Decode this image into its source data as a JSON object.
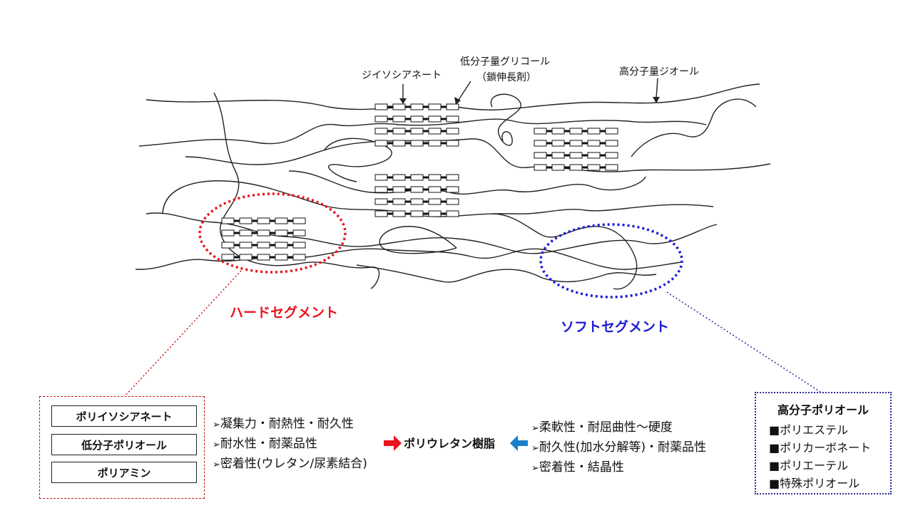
{
  "labels": {
    "diisocyanate": "ジイソシアネート",
    "glycol_line1": "低分子量グリコール",
    "glycol_line2": "（鎖伸長剤）",
    "polyol_highmw": "高分子量ジオール"
  },
  "segments": {
    "hard": "ハードセグメント",
    "soft": "ソフトセグメント"
  },
  "hard_components": [
    "ポリイソシアネート",
    "低分子ポリオール",
    "ポリアミン"
  ],
  "hard_properties": [
    "凝集力・耐熱性・耐久性",
    "耐水性・耐薬品性",
    "密着性(ウレタン/尿素結合)"
  ],
  "center_label": "ポリウレタン樹脂",
  "soft_properties": [
    "柔軟性・耐屈曲性～硬度",
    "耐久性(加水分解等)・耐薬品性",
    "密着性・結晶性"
  ],
  "soft_components": {
    "title": "高分子ポリオール",
    "items": [
      "■ポリエステル",
      "■ポリカーボネート",
      "■ポリエーテル",
      "■特殊ポリオール"
    ]
  },
  "bullet_symbol": "➢",
  "colors": {
    "hard": "#e8141b",
    "soft": "#1b1bd6",
    "arrow_red": "#e8141b",
    "arrow_blue": "#1a7fc8"
  }
}
